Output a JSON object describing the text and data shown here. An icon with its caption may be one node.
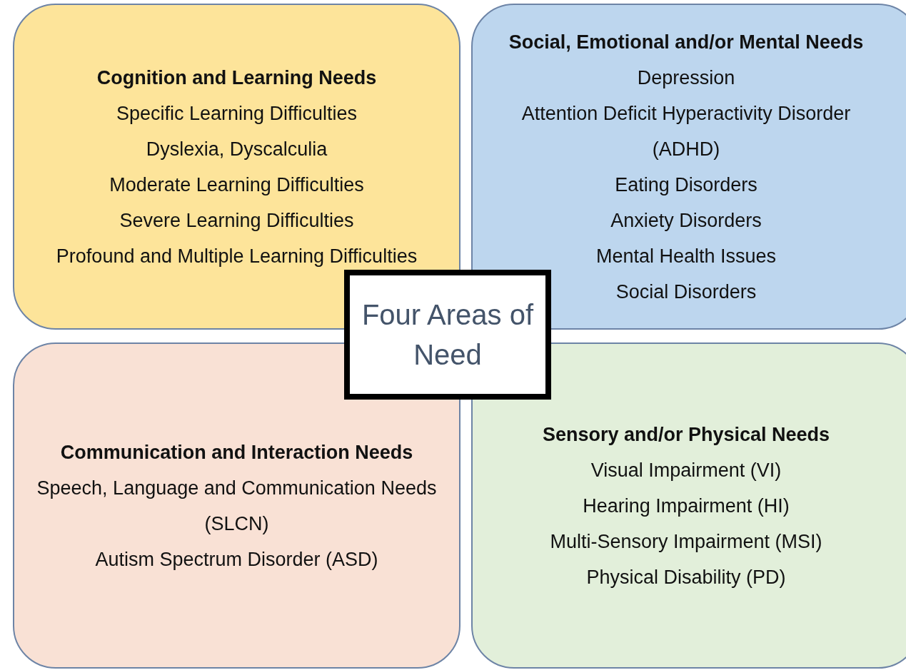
{
  "diagram": {
    "nodes": [
      {
        "text": [
          "Cognition and Learning Needs",
          "Specific Learning Difficulties",
          "Dyslexia, Dyscalculia",
          "Moderate Learning Difficulties",
          "Severe Learning Difficulties",
          "Profound and Multiple Learning Difficulties"
        ]
      },
      {
        "text": [
          "Social, Emotional and/or Mental Needs",
          "Depression",
          "Attention Deficit Hyperactivity Disorder (ADHD)",
          "Eating Disorders",
          "Anxiety Disorders",
          "Mental Health Issues",
          "Social Disorders"
        ]
      },
      {
        "text": [
          "Four Areas of Need"
        ]
      },
      {
        "text": [
          "Communication and Interaction Needs",
          "Speech, Language and Communication Needs (SLCN)",
          "Autism Spectrum Disorder (ASD)"
        ]
      },
      {
        "text": [
          "Sensory and/or Physical Needs",
          "Visual Impairment (VI)",
          "Hearing Impairment (HI)",
          "Multi-Sensory Impairment (MSI)",
          "Physical Disability (PD)"
        ]
      }
    ]
  }
}
